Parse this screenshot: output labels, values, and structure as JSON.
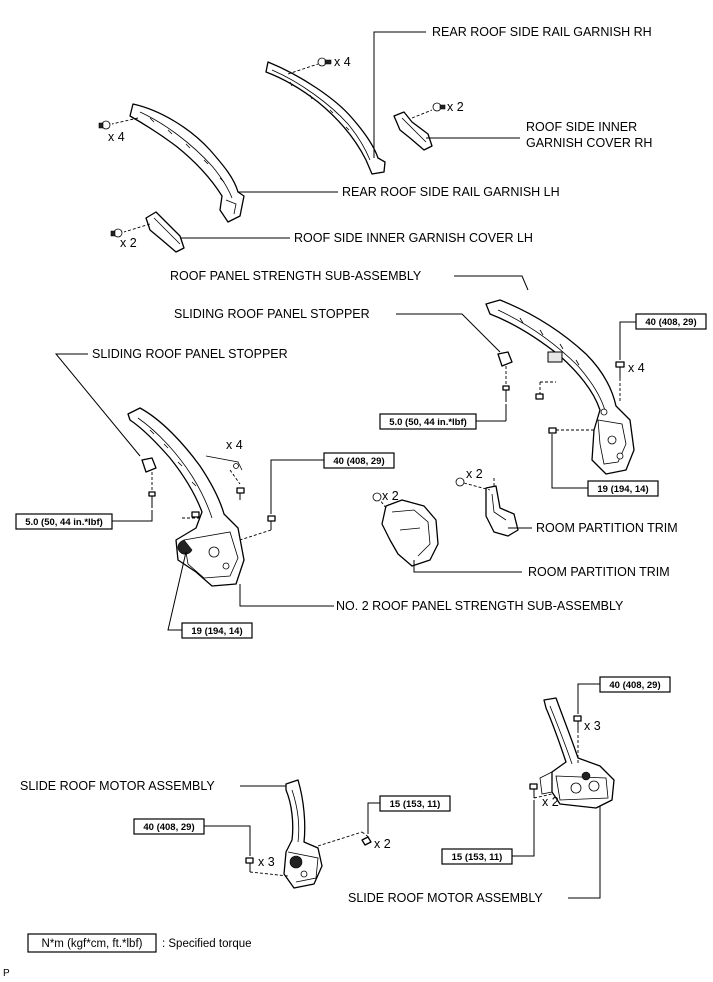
{
  "labels": {
    "rear_roof_side_rail_garnish_rh": "REAR ROOF SIDE RAIL GARNISH RH",
    "roof_side_inner_garnish_cover_rh_line1": "ROOF SIDE INNER",
    "roof_side_inner_garnish_cover_rh_line2": "GARNISH COVER RH",
    "rear_roof_side_rail_garnish_lh": "REAR ROOF SIDE RAIL GARNISH LH",
    "roof_side_inner_garnish_cover_lh": "ROOF SIDE INNER GARNISH COVER LH",
    "roof_panel_strength_sub_assembly": "ROOF PANEL STRENGTH SUB-ASSEMBLY",
    "sliding_roof_panel_stopper_right": "SLIDING ROOF PANEL STOPPER",
    "sliding_roof_panel_stopper_left": "SLIDING ROOF PANEL STOPPER",
    "room_partition_trim_upper": "ROOM PARTITION TRIM",
    "room_partition_trim_lower": "ROOM PARTITION TRIM",
    "no2_roof_panel_strength_sub_assembly": "NO. 2 ROOF PANEL STRENGTH SUB-ASSEMBLY",
    "slide_roof_motor_assembly_left": "SLIDE ROOF MOTOR ASSEMBLY",
    "slide_roof_motor_assembly_right": "SLIDE ROOF MOTOR ASSEMBLY"
  },
  "quantities": {
    "clip_rail_rh": "x 4",
    "clip_cover_rh": "x 2",
    "clip_rail_lh": "x 4",
    "clip_cover_lh": "x 2",
    "bolt_strength_right": "x 4",
    "bolt_strength_left": "x 4",
    "clip_trim_upper": "x 2",
    "clip_trim_lower": "x 2",
    "bolt_motor_right_top": "x 3",
    "bolt_motor_right_bottom": "x 2",
    "bolt_motor_left_small": "x 2",
    "bolt_motor_left_big": "x 3"
  },
  "torques": {
    "strength_right_top": "40 (408, 29)",
    "stopper_right": "5.0 (50, 44 in.*lbf)",
    "strength_right_bottom": "19 (194, 14)",
    "stopper_left": "5.0 (50, 44 in.*lbf)",
    "strength_left_top": "40 (408, 29)",
    "strength_left_bottom": "19 (194, 14)",
    "motor_right_top": "40 (408, 29)",
    "motor_left_small": "15 (153, 11)",
    "motor_left_big": "40 (408, 29)",
    "motor_right_bottom": "15 (153, 11)"
  },
  "legend": {
    "unit_box": "N*m (kgf*cm, ft.*lbf)",
    "meaning": ": Specified torque"
  },
  "corner_mark": "P"
}
